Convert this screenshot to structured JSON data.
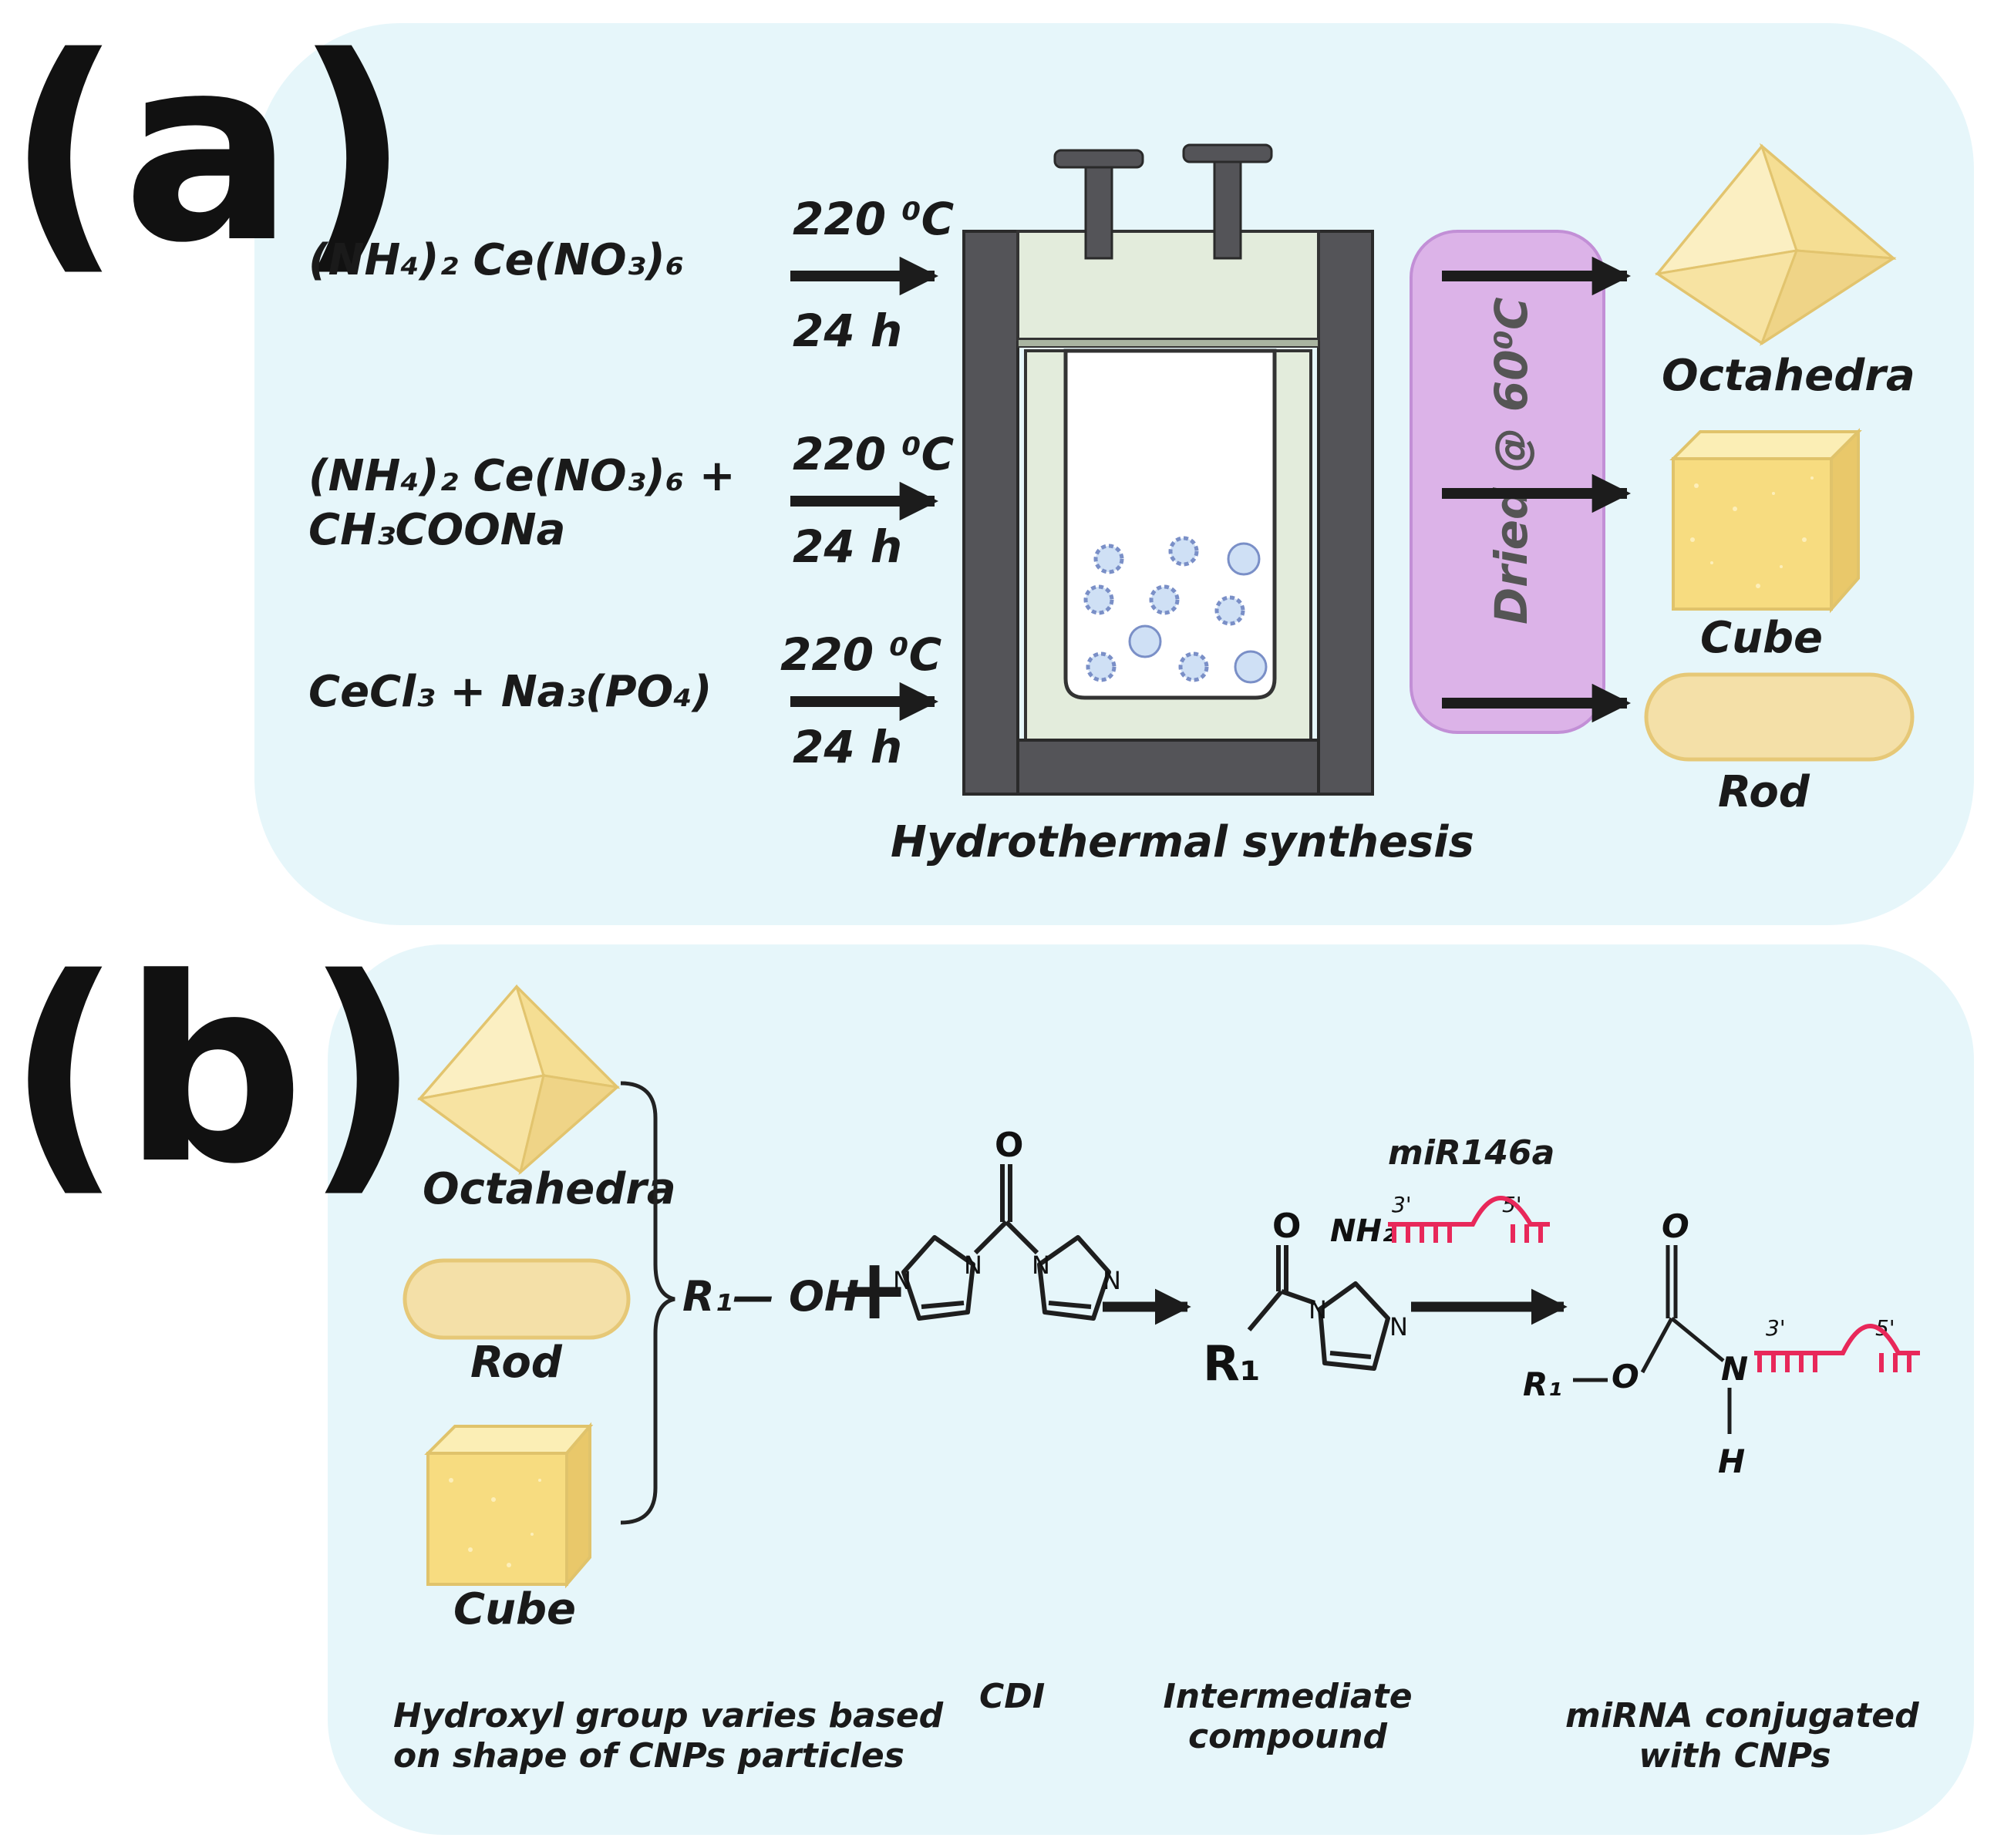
{
  "panel_a": {
    "letter": "(a)",
    "reactions": [
      {
        "reagent": "(NH₄)₂ Ce(NO₃)₆",
        "temp": "220 ⁰C",
        "time": "24 h"
      },
      {
        "reagent_line1": "(NH₄)₂ Ce(NO₃)₆  +",
        "reagent_line2": "CH₃COONa",
        "temp": "220 ⁰C",
        "time": "24 h"
      },
      {
        "reagent": "CeCl₃ + Na₃(PO₄)",
        "temp": "220 ⁰C",
        "time": "24 h"
      }
    ],
    "vessel_caption": "Hydrothermal synthesis",
    "dry_label": "Dried @ 60⁰C",
    "products": [
      "Octahedra",
      "Cube",
      "Rod"
    ]
  },
  "panel_b": {
    "letter": "(b)",
    "shapes": [
      "Octahedra",
      "Rod",
      "Cube"
    ],
    "r1_oh": "R₁— OH",
    "plus": "+",
    "mirna_name": "miR146a",
    "nh2": "NH₂",
    "prime3": "3'",
    "prime5": "5'",
    "captions": {
      "hydroxyl": [
        "Hydroxyl group varies based",
        "on shape of CNPs particles"
      ],
      "cdi": "CDI",
      "intermediate": [
        "Intermediate",
        "compound"
      ],
      "conjugated": [
        "miRNA conjugated",
        "with CNPs"
      ]
    },
    "atoms": {
      "O": "O",
      "N": "N",
      "H": "H",
      "R1": "R₁"
    }
  },
  "colors": {
    "panel_bg": "#e6f6fa",
    "vessel_dark": "#545458",
    "vessel_liner": "#e3ecdc",
    "dry_bar": "#dcb3e8",
    "crystal": "#f8e6a8",
    "rna": "#e8285a"
  }
}
